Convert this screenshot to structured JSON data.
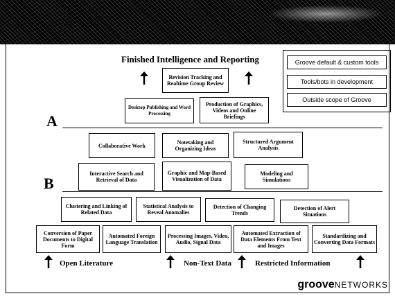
{
  "title": "Finished Intelligence and Reporting",
  "legend": [
    "Groove default & custom tools",
    "Tools/bots in development",
    "Outside scope of Groove"
  ],
  "section_labels": {
    "a": "A",
    "b": "B"
  },
  "boxes": {
    "revision": "Revision Tracking and Realtime Group Review",
    "desktop": "Desktop Publishing and Word Processing",
    "production": "Production of Graphics, Videos and Online Briefings",
    "collaborative": "Collaborative Work",
    "notetaking": "Notetaking and Organizing Ideas",
    "structured": "Structured Argument Analysis",
    "interactive": "Interactive Search and Retrieval of Data",
    "graphic": "Graphic and Map-Based Visualization of Data",
    "modeling": "Modeling and Simulations",
    "clustering": "Clustering and Linking of Related Data",
    "statistical": "Statistical Analysis to Reveal Anomalies",
    "changing": "Detection of Changing Trends",
    "alert": "Detection of Alert Situations",
    "conversion": "Conversion of Paper Documents to Digital Form",
    "foreign": "Automated Foreign Language Translation",
    "processing": "Processing Images, Video, Audio, Signal Data",
    "extraction": "Automated Extraction of Data Elements From Text and Images",
    "standardizing": "Standardizing and Converting Data Formats"
  },
  "sources": [
    "Open Literature",
    "Non-Text Data",
    "Restricted Information"
  ],
  "logo": {
    "bold": "groove",
    "light": "NETWORKS"
  }
}
